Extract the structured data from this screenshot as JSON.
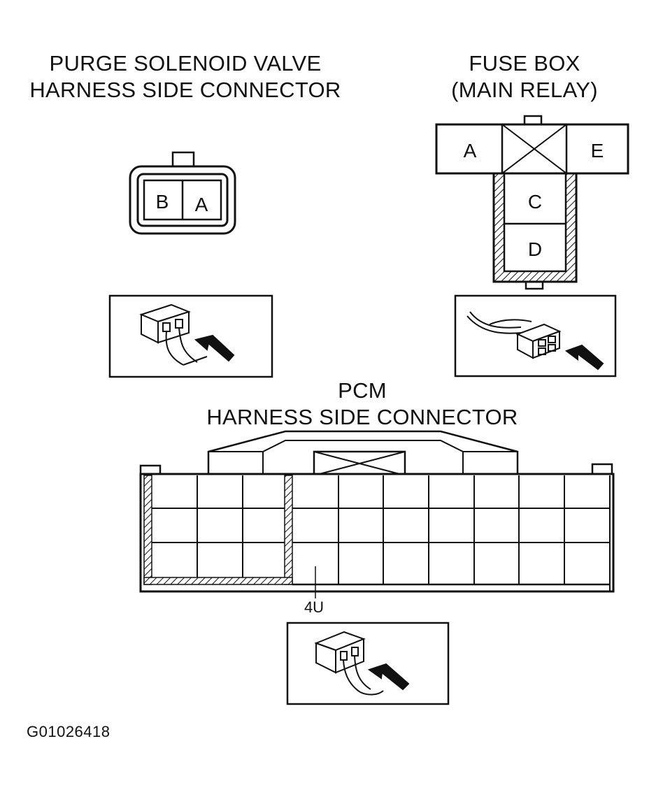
{
  "purge_connector": {
    "title_line1": "PURGE SOLENOID VALVE",
    "title_line2": "HARNESS SIDE CONNECTOR",
    "terminals": [
      "B",
      "A"
    ]
  },
  "fuse_box": {
    "title_line1": "FUSE BOX",
    "title_line2": "(MAIN RELAY)",
    "terminals": [
      "A",
      "E",
      "C",
      "D"
    ]
  },
  "pcm_connector": {
    "title_line1": "PCM",
    "title_line2": "HARNESS SIDE CONNECTOR",
    "callout": "4U"
  },
  "figure_code": "G01026418"
}
